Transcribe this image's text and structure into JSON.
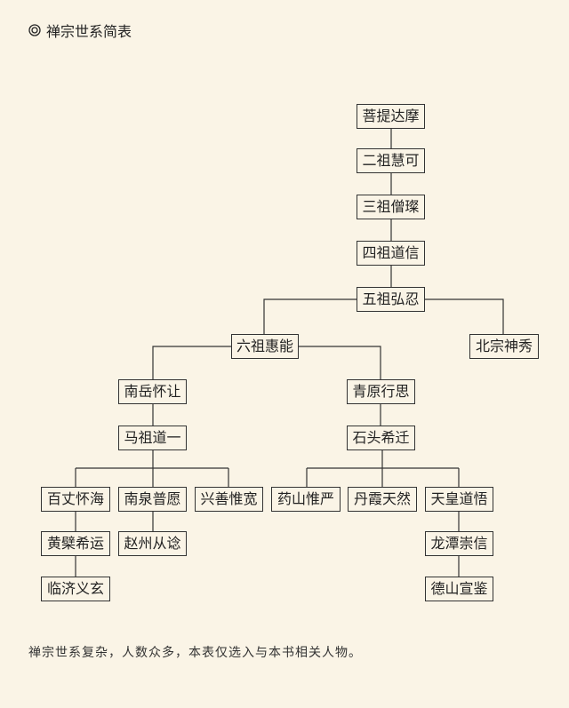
{
  "title": "禅宗世系简表",
  "title_icon": "double-circle-icon",
  "nodes": {
    "bodhidharma": "菩提达摩",
    "huike": "二祖慧可",
    "sengcan": "三祖僧璨",
    "daoxin": "四祖道信",
    "hongren": "五祖弘忍",
    "huineng": "六祖惠能",
    "shenxiu": "北宗神秀",
    "huairang": "南岳怀让",
    "xingsi": "青原行思",
    "mazu": "马祖道一",
    "shitou": "石头希迁",
    "baizhang": "百丈怀海",
    "nanquan": "南泉普愿",
    "xingshan": "兴善惟宽",
    "yaoshan": "药山惟严",
    "danxia": "丹霞天然",
    "tianhuang": "天皇道悟",
    "huangbo": "黄檗希运",
    "zhaozhou": "赵州从谂",
    "longtan": "龙潭崇信",
    "linji": "临济义玄",
    "deshan": "德山宣鉴"
  },
  "footnote": "禅宗世系复杂，人数众多，本表仅选入与本书相关人物。"
}
